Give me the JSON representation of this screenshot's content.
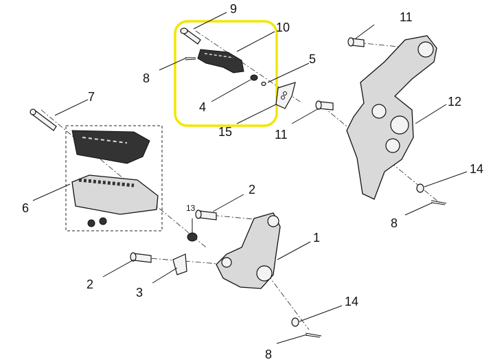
{
  "diagram": {
    "callouts": [
      {
        "id": "c9",
        "text": "9"
      },
      {
        "id": "c10",
        "text": "10"
      },
      {
        "id": "c5",
        "text": "5"
      },
      {
        "id": "c8a",
        "text": "8"
      },
      {
        "id": "c4",
        "text": "4"
      },
      {
        "id": "c15",
        "text": "15"
      },
      {
        "id": "c11a",
        "text": "11"
      },
      {
        "id": "c11b",
        "text": "11"
      },
      {
        "id": "c12",
        "text": "12"
      },
      {
        "id": "c7",
        "text": "7"
      },
      {
        "id": "c6",
        "text": "6"
      },
      {
        "id": "c2a",
        "text": "2"
      },
      {
        "id": "c13",
        "text": "13"
      },
      {
        "id": "c1",
        "text": "1"
      },
      {
        "id": "c2b",
        "text": "2"
      },
      {
        "id": "c3",
        "text": "3"
      },
      {
        "id": "c14a",
        "text": "14"
      },
      {
        "id": "c8b",
        "text": "8"
      },
      {
        "id": "c14b",
        "text": "14"
      },
      {
        "id": "c8c",
        "text": "8"
      }
    ],
    "highlight_color": "#f2e600"
  }
}
